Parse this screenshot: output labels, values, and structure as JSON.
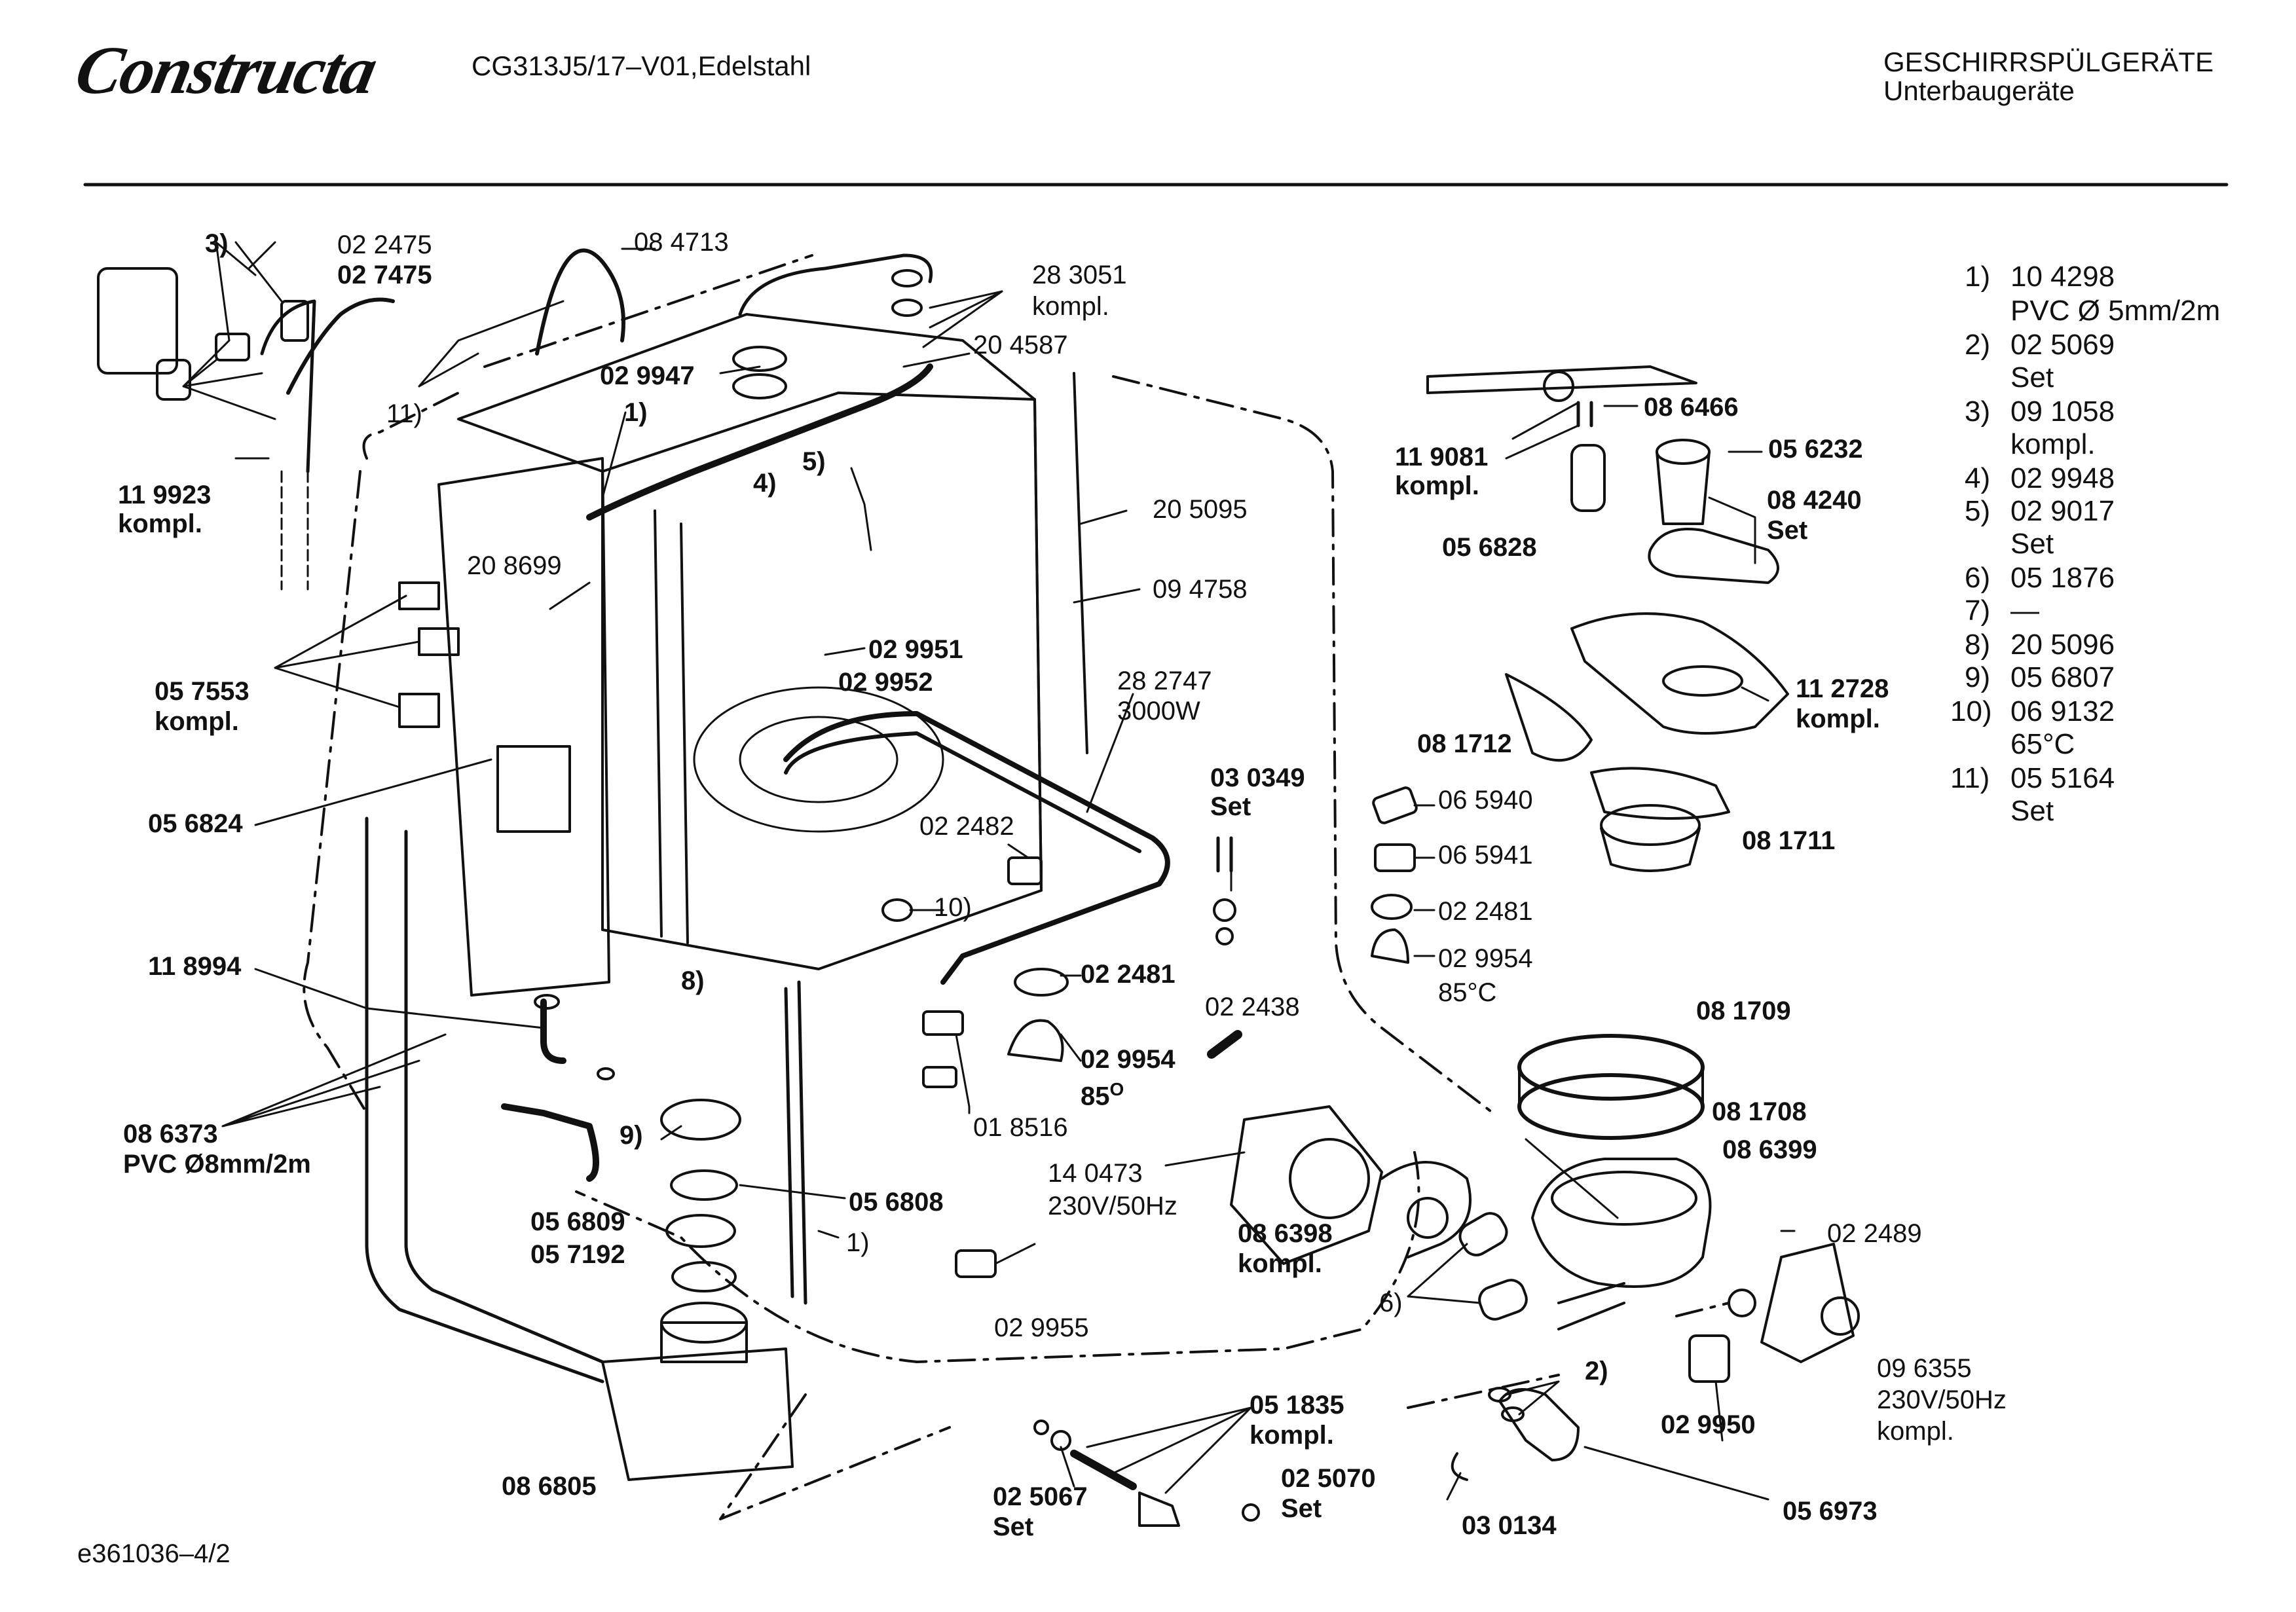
{
  "header": {
    "brand": "Constructa",
    "model": "CG313J5/17–V01,Edelstahl",
    "category_line1": "GESCHIRRSPÜLGERÄTE",
    "category_line2": "Unterbaugeräte"
  },
  "footer": {
    "doc_code": "e361036–4/2"
  },
  "legend": [
    {
      "key": "1)",
      "line1": "10 4298",
      "line2": "PVC Ø 5mm/2m"
    },
    {
      "key": "2)",
      "line1": "02 5069",
      "line2": "Set"
    },
    {
      "key": "3)",
      "line1": "09 1058",
      "line2": "kompl."
    },
    {
      "key": "4)",
      "line1": "02 9948",
      "line2": ""
    },
    {
      "key": "5)",
      "line1": "02 9017",
      "line2": "Set"
    },
    {
      "key": "6)",
      "line1": "05 1876",
      "line2": ""
    },
    {
      "key": "7)",
      "line1": "—",
      "line2": ""
    },
    {
      "key": "8)",
      "line1": "20 5096",
      "line2": ""
    },
    {
      "key": "9)",
      "line1": "05 6807",
      "line2": ""
    },
    {
      "key": "10)",
      "line1": "06 9132",
      "line2": "65°C"
    },
    {
      "key": "11)",
      "line1": "05 5164",
      "line2": "Set"
    }
  ],
  "labels": {
    "l_3": "3)",
    "l_022475": "02 2475",
    "l_027475": "02 7475",
    "l_084713": "08 4713",
    "l_283051": "28 3051",
    "l_283051b": "kompl.",
    "l_029947": "02 9947",
    "l_204587": "20 4587",
    "l_11a": "11)",
    "l_1a": "1)",
    "l_4": "4)",
    "l_5": "5)",
    "l_119923": "11 9923",
    "l_119923b": "kompl.",
    "l_208699": "20 8699",
    "l_205095": "20 5095",
    "l_094758": "09 4758",
    "l_029951": "02 9951",
    "l_029952": "02 9952",
    "l_057553": "05 7553",
    "l_057553b": "kompl.",
    "l_282747": "28 2747",
    "l_282747b": "3000W",
    "l_056824": "05 6824",
    "l_030349": "03 0349",
    "l_030349b": "Set",
    "l_022482": "02 2482",
    "l_10": "10)",
    "l_118994": "11 8994",
    "l_8": "8)",
    "l_022481a": "02 2481",
    "l_029954a": "02 9954",
    "l_029954ab": "85",
    "l_029954ac": "O",
    "l_022438": "02 2438",
    "l_018516": "01 8516",
    "l_086373": "08 6373",
    "l_086373b": "PVC Ø8mm/2m",
    "l_9": "9)",
    "l_056808": "05 6808",
    "l_056809": "05 6809",
    "l_057192": "05 7192",
    "l_1b": "1)",
    "l_140473": "14 0473",
    "l_140473b": "230V/50Hz",
    "l_086398": "08 6398",
    "l_086398b": "kompl.",
    "l_029955": "02 9955",
    "l_6": "6)",
    "l_086805": "08 6805",
    "l_051835": "05 1835",
    "l_051835b": "kompl.",
    "l_025067": "02 5067",
    "l_025067b": "Set",
    "l_025070": "02 5070",
    "l_025070b": "Set",
    "l_086466": "08 6466",
    "l_119081": "11 9081",
    "l_119081b": "kompl.",
    "l_056232": "05 6232",
    "l_084240": "08 4240",
    "l_084240b": "Set",
    "l_056828": "05 6828",
    "l_112728": "11 2728",
    "l_112728b": "kompl.",
    "l_081712": "08 1712",
    "l_065940": "06 5940",
    "l_065941": "06 5941",
    "l_081711": "08 1711",
    "l_022481b": "02 2481",
    "l_029954b": "02 9954",
    "l_029954bb": "85°C",
    "l_081709": "08 1709",
    "l_081708": "08 1708",
    "l_086399": "08 6399",
    "l_022489": "02 2489",
    "l_2": "2)",
    "l_096355": "09 6355",
    "l_096355b": "230V/50Hz",
    "l_096355c": "kompl.",
    "l_029950": "02 9950",
    "l_030134": "03 0134",
    "l_056973": "05 6973"
  }
}
